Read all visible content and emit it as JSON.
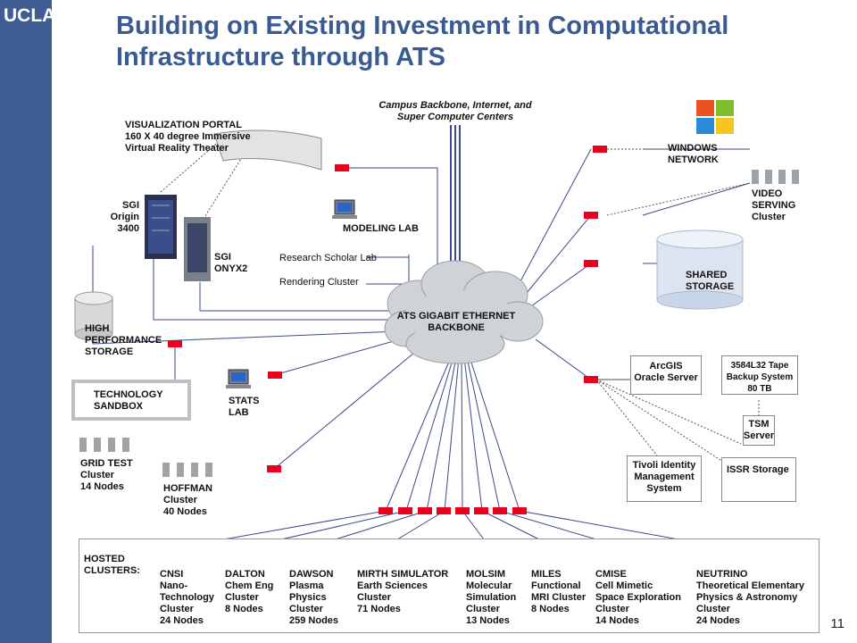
{
  "header": {
    "logo": "UCLA",
    "title": "Building on Existing Investment in Computational Infrastructure through ATS"
  },
  "page_number": "11",
  "diagram": {
    "backbone": "ATS GIGABIT ETHERNET\nBACKBONE",
    "campus": "Campus Backbone, Internet, and\nSuper Computer Centers",
    "viz_portal": "VISUALIZATION  PORTAL\n160 X 40 degree Immersive\nVirtual Reality Theater",
    "sgi_origin": "SGI\nOrigin\n3400",
    "sgi_onyx": "SGI\nONYX2",
    "modeling_lab": "MODELING LAB",
    "research_lab": "Research Scholar Lab",
    "rendering": "Rendering Cluster",
    "hps": "HIGH\nPERFORMANCE\nSTORAGE",
    "tech_sandbox": "TECHNOLOGY\nSANDBOX",
    "stats_lab": "STATS\nLAB",
    "grid_test": "GRID TEST\nCluster\n14 Nodes",
    "hoffman": "HOFFMAN\nCluster\n40 Nodes",
    "windows": "WINDOWS\nNETWORK",
    "video": "VIDEO\nSERVING\nCluster",
    "shared": "SHARED\nSTORAGE",
    "arcgis": "ArcGIS\nOracle Server",
    "tape": "3584L32 Tape\nBackup System\n80 TB",
    "tsm": "TSM\nServer",
    "tivoli": "Tivoli Identity\nManagement\nSystem",
    "issr": "ISSR  Storage",
    "hosted": "HOSTED\nCLUSTERS:"
  },
  "clusters": [
    "CNSI\nNano-\nTechnology\nCluster\n24 Nodes",
    "DALTON\nChem Eng\nCluster\n8 Nodes",
    "DAWSON\nPlasma\nPhysics\nCluster\n259 Nodes",
    "MIRTH SIMULATOR\nEarth Sciences\nCluster\n71 Nodes",
    "MOLSIM\nMolecular\nSimulation\nCluster\n13 Nodes",
    "MILES\nFunctional\nMRI Cluster\n8 Nodes",
    "CMISE\nCell Mimetic\nSpace Exploration\nCluster\n14 Nodes",
    "NEUTRINO\nTheoretical Elementary\nPhysics & Astronomy\nCluster\n24 Nodes"
  ],
  "colors": {
    "accent": "#3f5d93",
    "title": "#3a5a92",
    "connector": "#e8001c",
    "line": "#3a4a8a"
  }
}
